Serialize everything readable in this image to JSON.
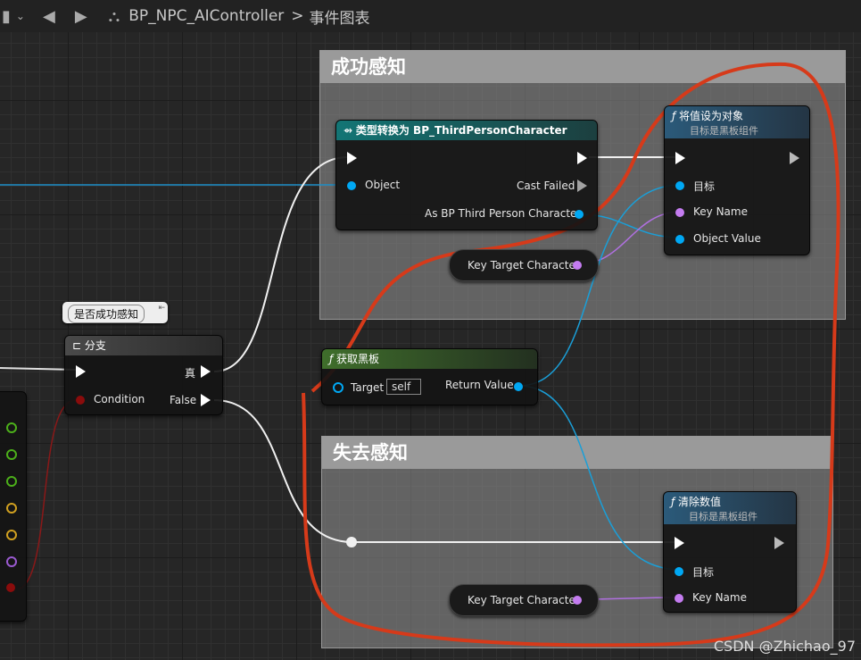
{
  "toolbar": {
    "title": "BP_NPC_AIController",
    "separator": ">",
    "crumb": "事件图表"
  },
  "comments": {
    "success": "成功感知",
    "lost": "失去感知"
  },
  "cast_node": {
    "title": "类型转换为 BP_ThirdPersonCharacter",
    "object_pin": "Object",
    "cast_failed": "Cast Failed",
    "as_pin": "As BP Third Person Character"
  },
  "set_node": {
    "title": "将值设为对象",
    "subtitle": "目标是黑板组件",
    "target": "目标",
    "key_name": "Key Name",
    "object_value": "Object Value"
  },
  "key_var_1": {
    "label": "Key Target Character"
  },
  "key_var_2": {
    "label": "Key Target Character"
  },
  "branch_node": {
    "title": "分支",
    "true_label": "真",
    "condition": "Condition",
    "false_label": "False",
    "comment_bubble": "是否成功感知"
  },
  "blackboard_node": {
    "title": "获取黑板",
    "target": "Target",
    "self": "self",
    "return_value": "Return Value"
  },
  "clear_node": {
    "title": "清除数值",
    "subtitle": "目标是黑板组件",
    "target": "目标",
    "key_name": "Key Name"
  },
  "watermark": "CSDN @Zhichao_97",
  "colors": {
    "object_pin": "#00a8f4",
    "name_pin": "#c47cf0",
    "bool_pin": "#8a0c0c",
    "exec": "#ffffff",
    "annotation": "#d63a1a",
    "cast_header": "#137575",
    "func_header": "#2b5a7a",
    "pure_header": "#3f6e2b"
  }
}
